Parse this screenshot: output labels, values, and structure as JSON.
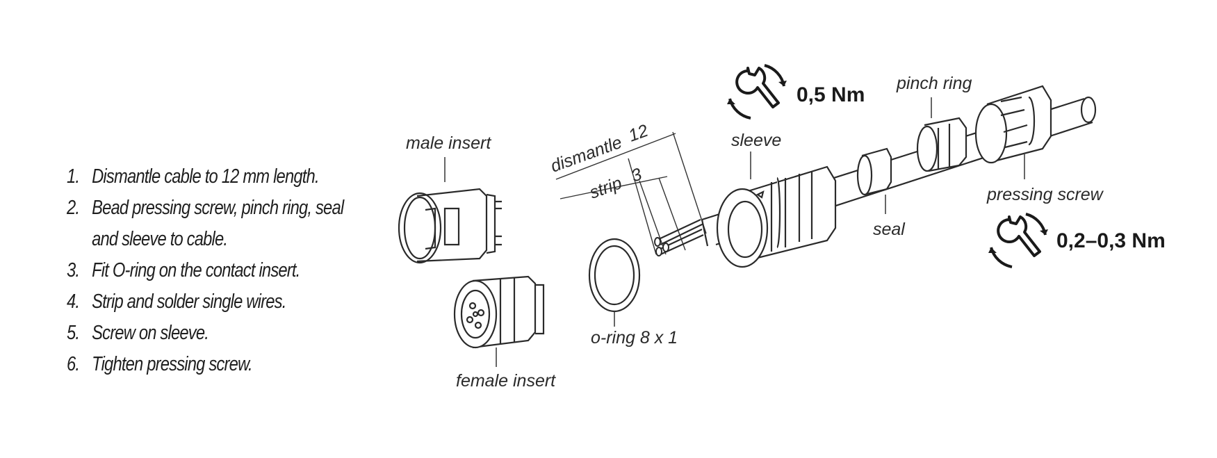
{
  "steps": [
    {
      "num": "1.",
      "text": "Dismantle cable to 12 mm length."
    },
    {
      "num": "2.",
      "text": "Bead pressing screw, pinch ring, seal",
      "text2": "and sleeve to cable."
    },
    {
      "num": "3.",
      "text": "Fit O-ring on the contact insert."
    },
    {
      "num": "4.",
      "text": "Strip and solder single wires."
    },
    {
      "num": "5.",
      "text": "Screw on sleeve."
    },
    {
      "num": "6.",
      "text": "Tighten pressing screw."
    }
  ],
  "labels": {
    "male_insert": "male insert",
    "female_insert": "female insert",
    "o_ring": "o-ring 8 x 1",
    "sleeve": "sleeve",
    "seal": "seal",
    "pinch_ring": "pinch ring",
    "pressing_screw": "pressing screw"
  },
  "dimensions": {
    "dismantle_label": "dismantle",
    "dismantle_value": "12",
    "strip_label": "strip",
    "strip_value": "3"
  },
  "torques": {
    "sleeve": "0,5 Nm",
    "pressing_screw": "0,2–0,3 Nm"
  },
  "icons": [
    "wrench-tighten-icon",
    "wrench-tighten-icon"
  ]
}
